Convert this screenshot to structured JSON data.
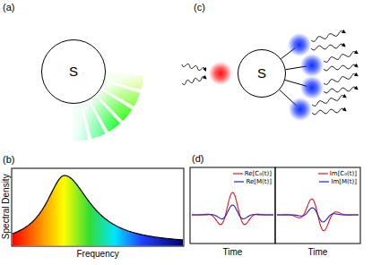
{
  "diagram": {
    "nodes": [
      {
        "text": [
          "S"
        ]
      },
      {
        "text": [
          "S"
        ]
      }
    ],
    "labels": [
      "(a)",
      "(c)",
      "(b)",
      "Spectral Density",
      "Frequency",
      "(d)",
      "Time",
      "Time"
    ],
    "legend": [
      {
        "text": "Re[C₀(t)]"
      },
      {
        "text": "Re[M(t)]"
      },
      {
        "text": "Im[C₀(t)]"
      },
      {
        "text": "Im[M(t)]"
      }
    ]
  }
}
